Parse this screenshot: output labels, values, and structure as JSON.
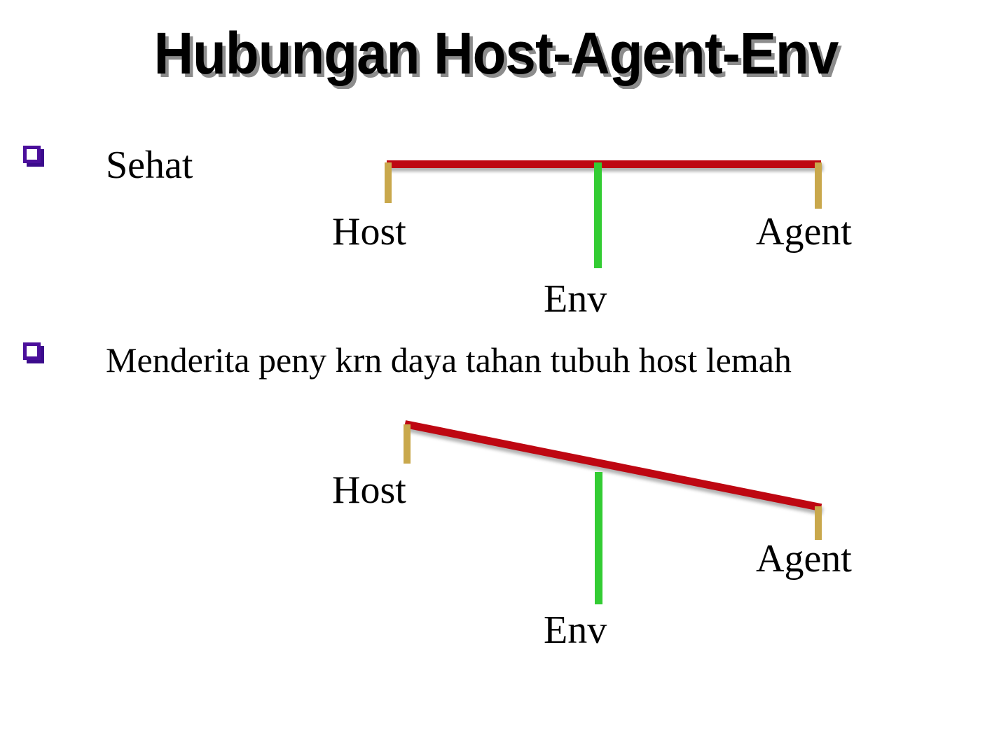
{
  "slide": {
    "title": "Hubungan Host-Agent-Env",
    "background_color": "#FFFFFF",
    "title_color": "#000000"
  },
  "bullets": [
    {
      "marker": "hollow-square-bullet",
      "marker_color": "#4B0F9B",
      "text": "Sehat"
    },
    {
      "marker": "hollow-square-bullet",
      "marker_color": "#4B0F9B",
      "text": "Menderita peny krn daya tahan tubuh host lemah"
    }
  ],
  "diagrams": [
    {
      "name": "balanced-seesaw",
      "state": "balanced",
      "beam_color": "#BE0712",
      "post_color": "#C9A84C",
      "fulcrum_color": "#33CC33",
      "labels": {
        "left": "Host",
        "right": "Agent",
        "center": "Env"
      }
    },
    {
      "name": "tilted-seesaw",
      "state": "tilted-right-down",
      "beam_color": "#BE0712",
      "post_color": "#C9A84C",
      "fulcrum_color": "#33CC33",
      "labels": {
        "left": "Host",
        "right": "Agent",
        "center": "Env"
      }
    }
  ]
}
